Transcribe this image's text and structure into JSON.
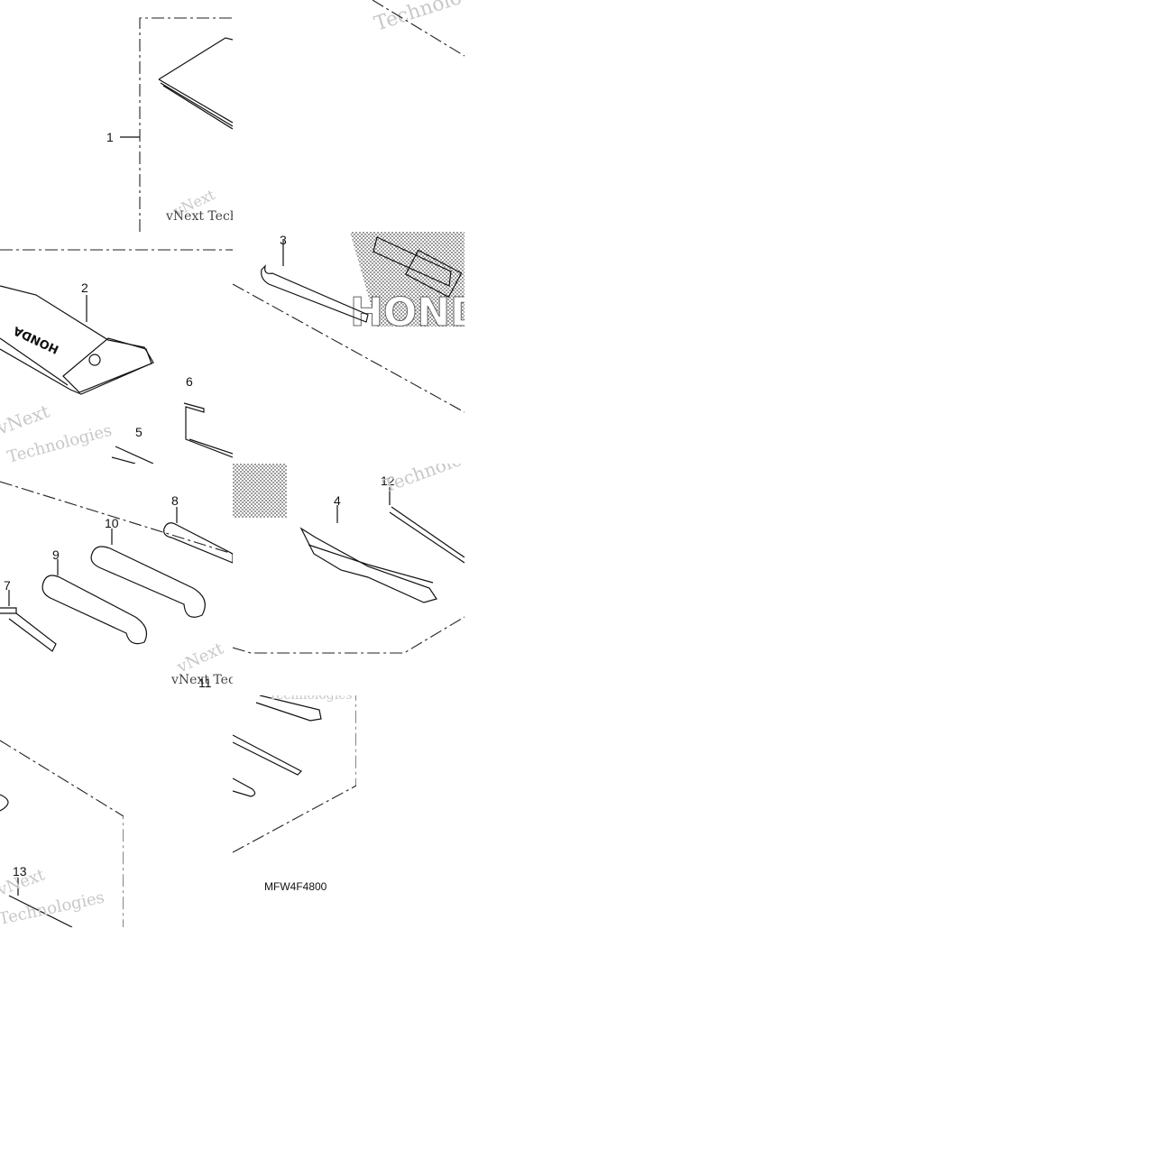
{
  "diagram": {
    "callouts": [
      "1",
      "2",
      "3",
      "4",
      "5",
      "6",
      "7",
      "8",
      "9",
      "10",
      "11",
      "12",
      "13"
    ],
    "part_code": "MFW4F4800",
    "watermark": {
      "brand": "vNext",
      "company": "Technologies",
      "brand_line": "vNext Technologies"
    },
    "pouch_logo": "HONDA",
    "background_logo": "HONDA"
  }
}
